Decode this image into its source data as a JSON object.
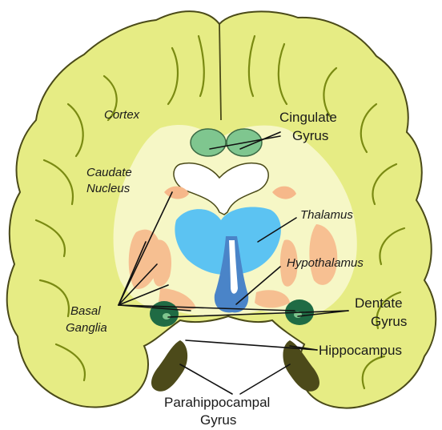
{
  "labels": {
    "cortex": "Cortex",
    "cingulate_gyrus_1": "Cingulate",
    "cingulate_gyrus_2": "Gyrus",
    "caudate_nucleus_1": "Caudate",
    "caudate_nucleus_2": "Nucleus",
    "thalamus": "Thalamus",
    "hypothalamus": "Hypothalamus",
    "basal_ganglia_1": "Basal",
    "basal_ganglia_2": "Ganglia",
    "dentate_gyrus_1": "Dentate",
    "dentate_gyrus_2": "Gyrus",
    "hippocampus": "Hippocampus",
    "parahippocampal_gyrus_1": "Parahippocampal",
    "parahippocampal_gyrus_2": "Gyrus"
  },
  "colors": {
    "cortex_fill": "#e6ec84",
    "white_matter": "#f6f7c6",
    "outline": "#4a4a18",
    "cingulate": "#7fc68f",
    "thalamus": "#5cc3f2",
    "hypothalamus": "#4a84c8",
    "caudate": "#f6b88a",
    "basal_ganglia": "#f7b98c",
    "dentate": "#1f6b44",
    "hippocampus": "#4c4a1a"
  }
}
